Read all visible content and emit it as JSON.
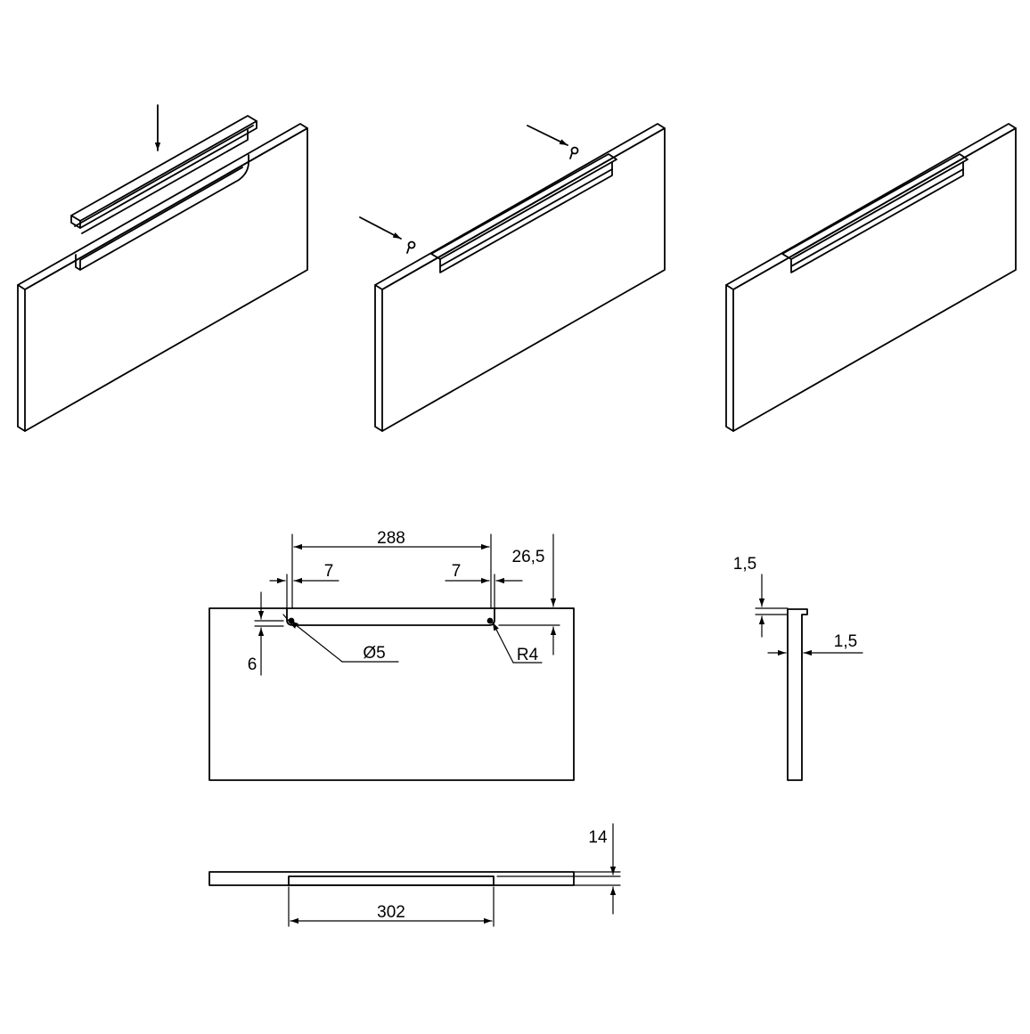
{
  "drawing": {
    "line_color": "#000000",
    "background": "#ffffff",
    "views": [
      "step-1-insert-handle",
      "step-2-screw-fixing",
      "step-3-assembled",
      "front-view",
      "side-profile",
      "top-view"
    ]
  },
  "dimensions": {
    "handle_length": "288",
    "left_offset": "7",
    "right_offset": "7",
    "top_depth": "26,5",
    "slot_height": "6",
    "hole_diameter": "Ø5",
    "corner_radius": "R4",
    "profile_top": "1,5",
    "profile_wall": "1,5",
    "board_thickness": "14",
    "slot_length": "302"
  }
}
